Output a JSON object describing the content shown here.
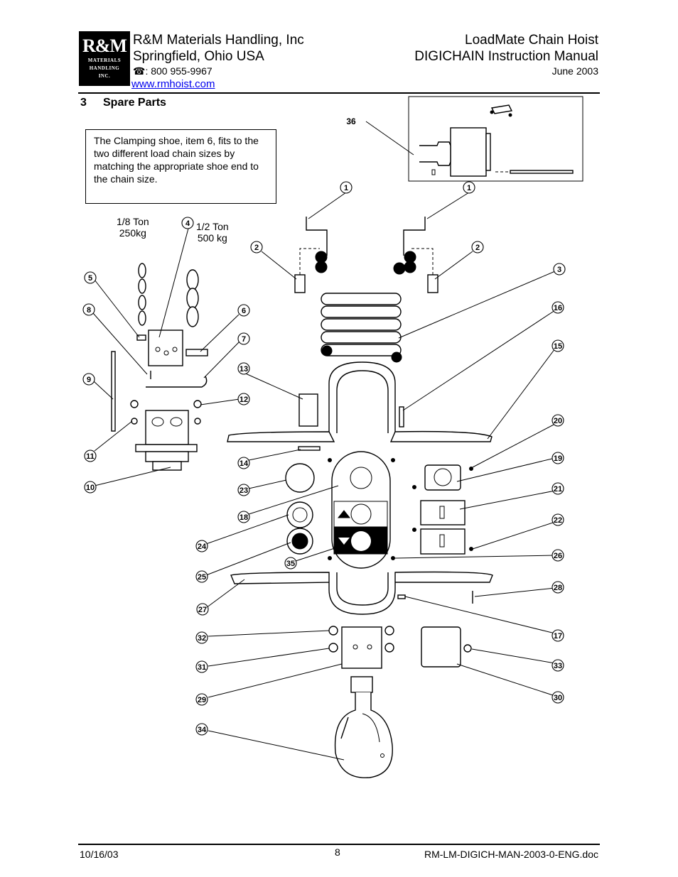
{
  "header": {
    "company": "R&M Materials Handling, Inc",
    "location": "Springfield, Ohio USA",
    "phone": ": 800 955-9967",
    "website": "www.rmhoist.com",
    "product": "LoadMate Chain Hoist",
    "manual": "DIGICHAIN Instruction Manual",
    "date": "June 2003",
    "logo": {
      "main": "R&M",
      "line1": "MATERIALS",
      "line2": "HANDLING",
      "line3": "INC."
    }
  },
  "section": {
    "number": "3",
    "title": "Spare Parts"
  },
  "note": "The Clamping shoe, item 6, fits to the two different load chain sizes by matching the appropriate shoe end to the chain size.",
  "chain_sizes": {
    "small": {
      "tons": "1/8 Ton",
      "kg": "250kg"
    },
    "large": {
      "tons": "1/2 Ton",
      "kg": "500 kg"
    }
  },
  "callouts": {
    "c1a": "1",
    "c1b": "1",
    "c2a": "2",
    "c2b": "2",
    "c3": "3",
    "c4": "4",
    "c5": "5",
    "c6": "6",
    "c7": "7",
    "c8": "8",
    "c9": "9",
    "c10": "10",
    "c11": "11",
    "c12": "12",
    "c13": "13",
    "c14": "14",
    "c15": "15",
    "c16": "16",
    "c17": "17",
    "c18": "18",
    "c19": "19",
    "c20": "20",
    "c21": "21",
    "c22": "22",
    "c23": "23",
    "c24": "24",
    "c25": "25",
    "c26": "26",
    "c27": "27",
    "c28": "28",
    "c29": "29",
    "c30": "30",
    "c31": "31",
    "c32": "32",
    "c33": "33",
    "c34": "34",
    "c35": "35",
    "c36": "36"
  },
  "footer": {
    "date": "10/16/03",
    "page": "8",
    "doc": "RM-LM-DIGICH-MAN-2003-0-ENG.doc"
  }
}
